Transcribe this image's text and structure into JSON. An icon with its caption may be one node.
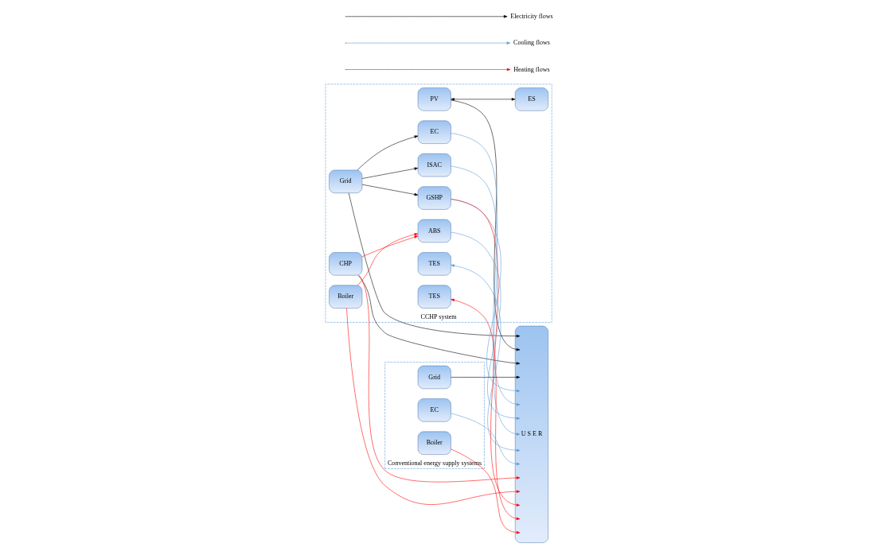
{
  "diagram": {
    "nodes": [
      {
        "text": [
          "CCHP system"
        ]
      },
      {
        "text": [
          "Grid"
        ],
        "in": 0
      },
      {
        "text": [
          "PV"
        ],
        "in": 0
      },
      {
        "text": [
          "CHP"
        ],
        "in": 0
      },
      {
        "text": [
          "Boiler"
        ],
        "in": 0
      },
      {
        "text": [
          "ES"
        ],
        "in": 0
      },
      {
        "text": [
          "GSHP"
        ],
        "in": 0
      },
      {
        "text": [
          "EC"
        ],
        "in": 0
      },
      {
        "text": [
          "ISAC"
        ],
        "in": 0
      },
      {
        "text": [
          "ABS"
        ],
        "in": 0
      },
      {
        "text": [
          "TES"
        ],
        "in": 0
      },
      {
        "text": [
          "TES"
        ],
        "in": 0
      },
      {
        "text": [
          "U S E R"
        ]
      },
      {
        "text": [
          "Conventional energy supply systems"
        ]
      },
      {
        "text": [
          "Grid"
        ],
        "in": 13
      },
      {
        "text": [
          "EC"
        ],
        "in": 13
      },
      {
        "text": [
          "Boiler"
        ],
        "in": 13
      }
    ],
    "edges": [
      {
        "from": 1,
        "to": 12,
        "arrow": "to"
      },
      {
        "from": 1,
        "to": 6,
        "arrow": "to"
      },
      {
        "from": 1,
        "to": 7,
        "arrow": "to"
      },
      {
        "from": 1,
        "to": 8,
        "arrow": "to"
      },
      {
        "from": 2,
        "to": 12,
        "arrow": "to"
      },
      {
        "from": 3,
        "to": 12,
        "arrow": "to"
      },
      {
        "from": 2,
        "to": 5,
        "arrow": "both"
      },
      {
        "from": 14,
        "to": 12,
        "arrow": "to"
      },
      {
        "from": 6,
        "to": 12,
        "arrow": "to",
        "color": "#5b9bd5"
      },
      {
        "from": 7,
        "to": 12,
        "arrow": "to",
        "color": "#5b9bd5"
      },
      {
        "from": 9,
        "to": 12,
        "arrow": "to",
        "color": "#5b9bd5"
      },
      {
        "from": 8,
        "to": 12,
        "arrow": "to",
        "color": "#5b9bd5"
      },
      {
        "from": 10,
        "to": 12,
        "arrow": "both",
        "color": "#5b9bd5"
      },
      {
        "from": 15,
        "to": 12,
        "arrow": "to",
        "color": "#5b9bd5"
      },
      {
        "from": 3,
        "to": 12,
        "arrow": "to",
        "color": "#ff0000"
      },
      {
        "from": 4,
        "to": 12,
        "arrow": "to",
        "color": "#ff0000"
      },
      {
        "from": 6,
        "to": 12,
        "arrow": "to",
        "color": "#ff0000"
      },
      {
        "from": 3,
        "to": 9,
        "arrow": "to",
        "color": "#ff0000"
      },
      {
        "from": 4,
        "to": 9,
        "arrow": "to",
        "color": "#ff0000"
      },
      {
        "from": 11,
        "to": 12,
        "arrow": "both",
        "color": "#ff0000"
      },
      {
        "from": 16,
        "to": 12,
        "arrow": "to",
        "color": "#ff0000"
      }
    ],
    "legend": [
      {
        "text": "Electricity flows"
      },
      {
        "text": "Cooling flows"
      },
      {
        "text": "Heating flows"
      }
    ]
  }
}
